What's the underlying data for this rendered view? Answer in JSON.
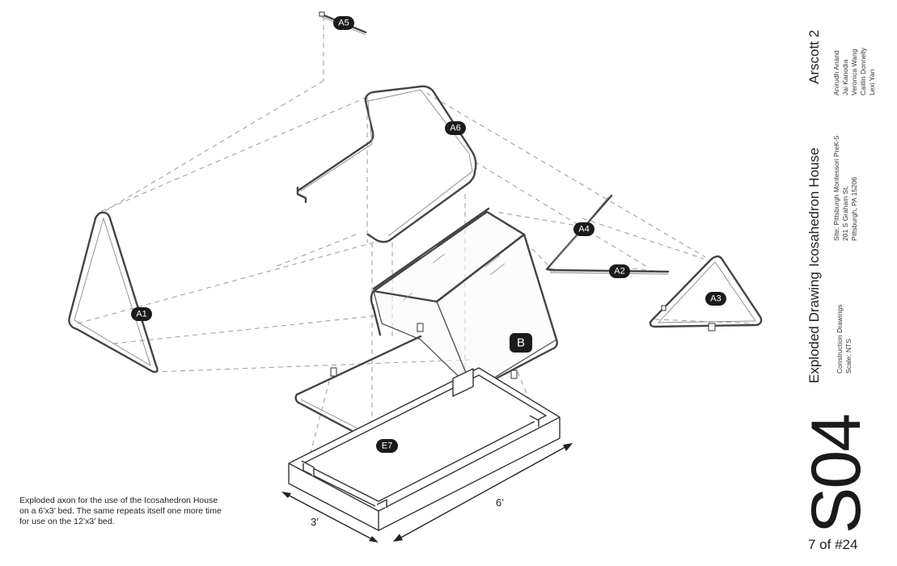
{
  "drawing": {
    "tags": {
      "a1": "A1",
      "a2": "A2",
      "a3": "A3",
      "a4": "A4",
      "a5": "A5",
      "a6": "A6",
      "b": "B",
      "e7": "E7"
    },
    "dimensions": {
      "width": "3’",
      "length": "6’"
    }
  },
  "caption": "Exploded axon for the use of the Icosahedron House on a 6’x3’ bed. The same repeats itself one more time for use on the 12’x3’ bed.",
  "title_block": {
    "project": "Arscott 2",
    "team": [
      "Anirudh Anand",
      "Jai Kanodia",
      "Veronica Wang",
      "Caitlin Donnelly",
      "Lexi Yan"
    ],
    "house": "Icosahedron House",
    "site_lines": [
      "Site: Pittsburgh Montessori PreK-5",
      "201 S Graham St,",
      "Pittsburgh, PA 15206"
    ],
    "sheet_title": "Exploded Drawing",
    "sheet_lines": [
      "Construction Drawings",
      "Scale: NTS"
    ],
    "sheet_code": "S04",
    "sheet_count": "7 of #24"
  }
}
